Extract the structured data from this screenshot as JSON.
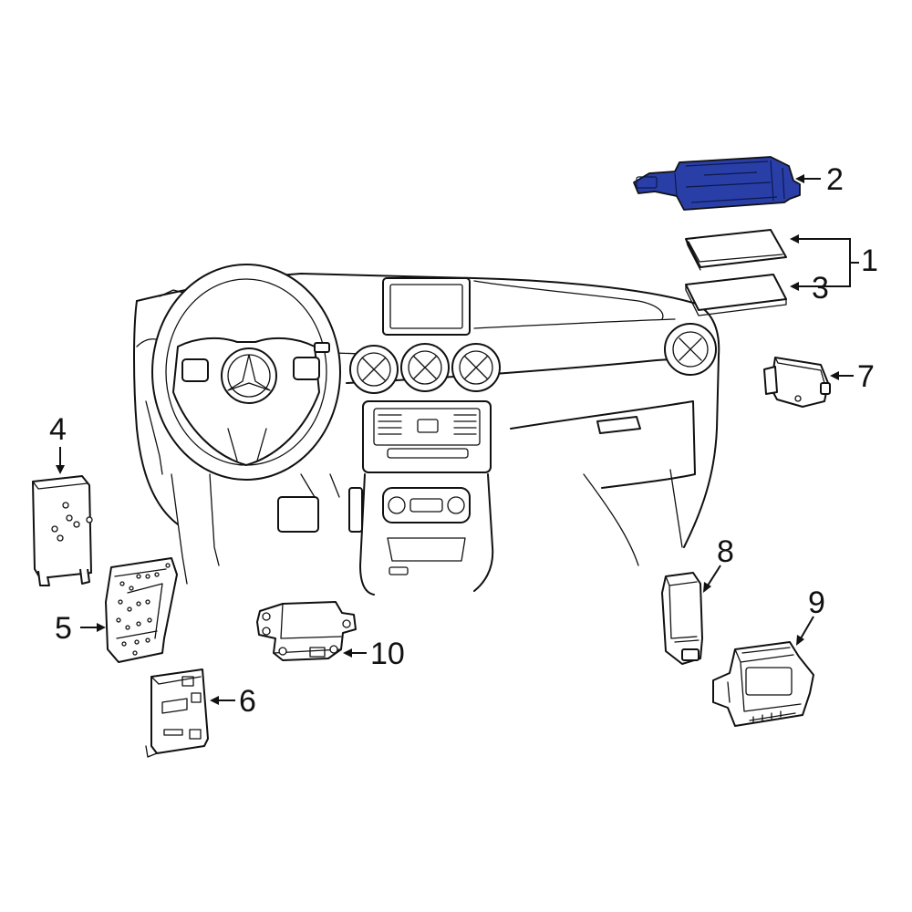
{
  "colors": {
    "highlight": "#2a3ea8",
    "line": "#111111",
    "background": "#ffffff"
  },
  "callouts": [
    {
      "id": "1",
      "label": "1"
    },
    {
      "id": "2",
      "label": "2"
    },
    {
      "id": "3",
      "label": "3"
    },
    {
      "id": "4",
      "label": "4"
    },
    {
      "id": "5",
      "label": "5"
    },
    {
      "id": "6",
      "label": "6"
    },
    {
      "id": "7",
      "label": "7"
    },
    {
      "id": "8",
      "label": "8"
    },
    {
      "id": "9",
      "label": "9"
    },
    {
      "id": "10",
      "label": "10"
    }
  ],
  "highlighted_part": "2"
}
